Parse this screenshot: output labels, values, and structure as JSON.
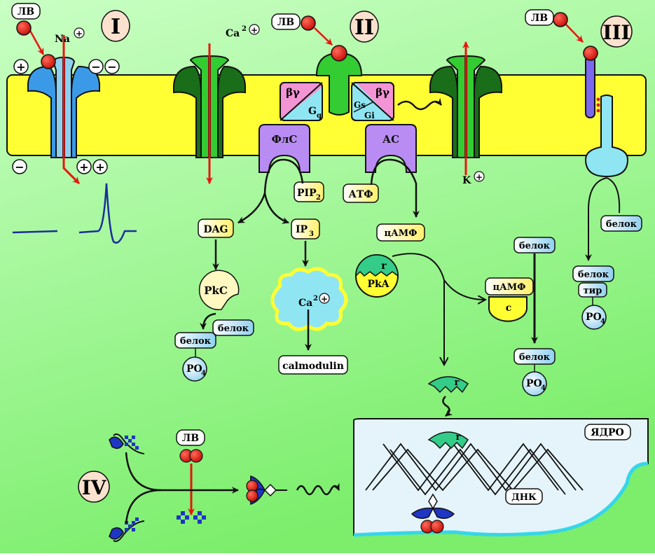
{
  "roman": {
    "i": "I",
    "ii": "II",
    "iii": "III",
    "iv": "IV"
  },
  "ligand": "ЛВ",
  "ions": {
    "na": "Na",
    "ca": "Ca",
    "ca_sup": "2",
    "k": "K"
  },
  "charges": {
    "plus": "+",
    "minus": "−"
  },
  "gprotein": {
    "bg": "βγ",
    "gq": "G",
    "gq_sub": "q",
    "gs": "Gs",
    "gi": "Gi"
  },
  "enzymes": {
    "plc": "ФлС",
    "ac": "АС"
  },
  "substrates": {
    "pip": "PIP",
    "pip_sub": "2",
    "atp": "АТФ"
  },
  "messengers": {
    "dag": "DAG",
    "ip": "IP",
    "ip_sub": "3",
    "camp": "цАМФ",
    "ca_label": "Ca",
    "ca_sup": "2",
    "calmodulin": "calmodulin"
  },
  "kinases": {
    "pkc": "PkC",
    "pka": "PkA",
    "r": "r",
    "c": "c"
  },
  "proteins": {
    "belok": "белок",
    "tir": "тир",
    "po": "PO",
    "po_sub": "4"
  },
  "nucleus": {
    "label": "ЯДРО",
    "dna": "ДНК"
  },
  "colors": {
    "membrane": "#ffff33",
    "channel_blue": "#3a9ae8",
    "channel_green": "#33cc33",
    "arrow_red": "#e8150f",
    "ligand_red": "#e8150f",
    "nucleus_fill": "#e4f4fa",
    "nucleus_edge": "#35d6ea"
  }
}
